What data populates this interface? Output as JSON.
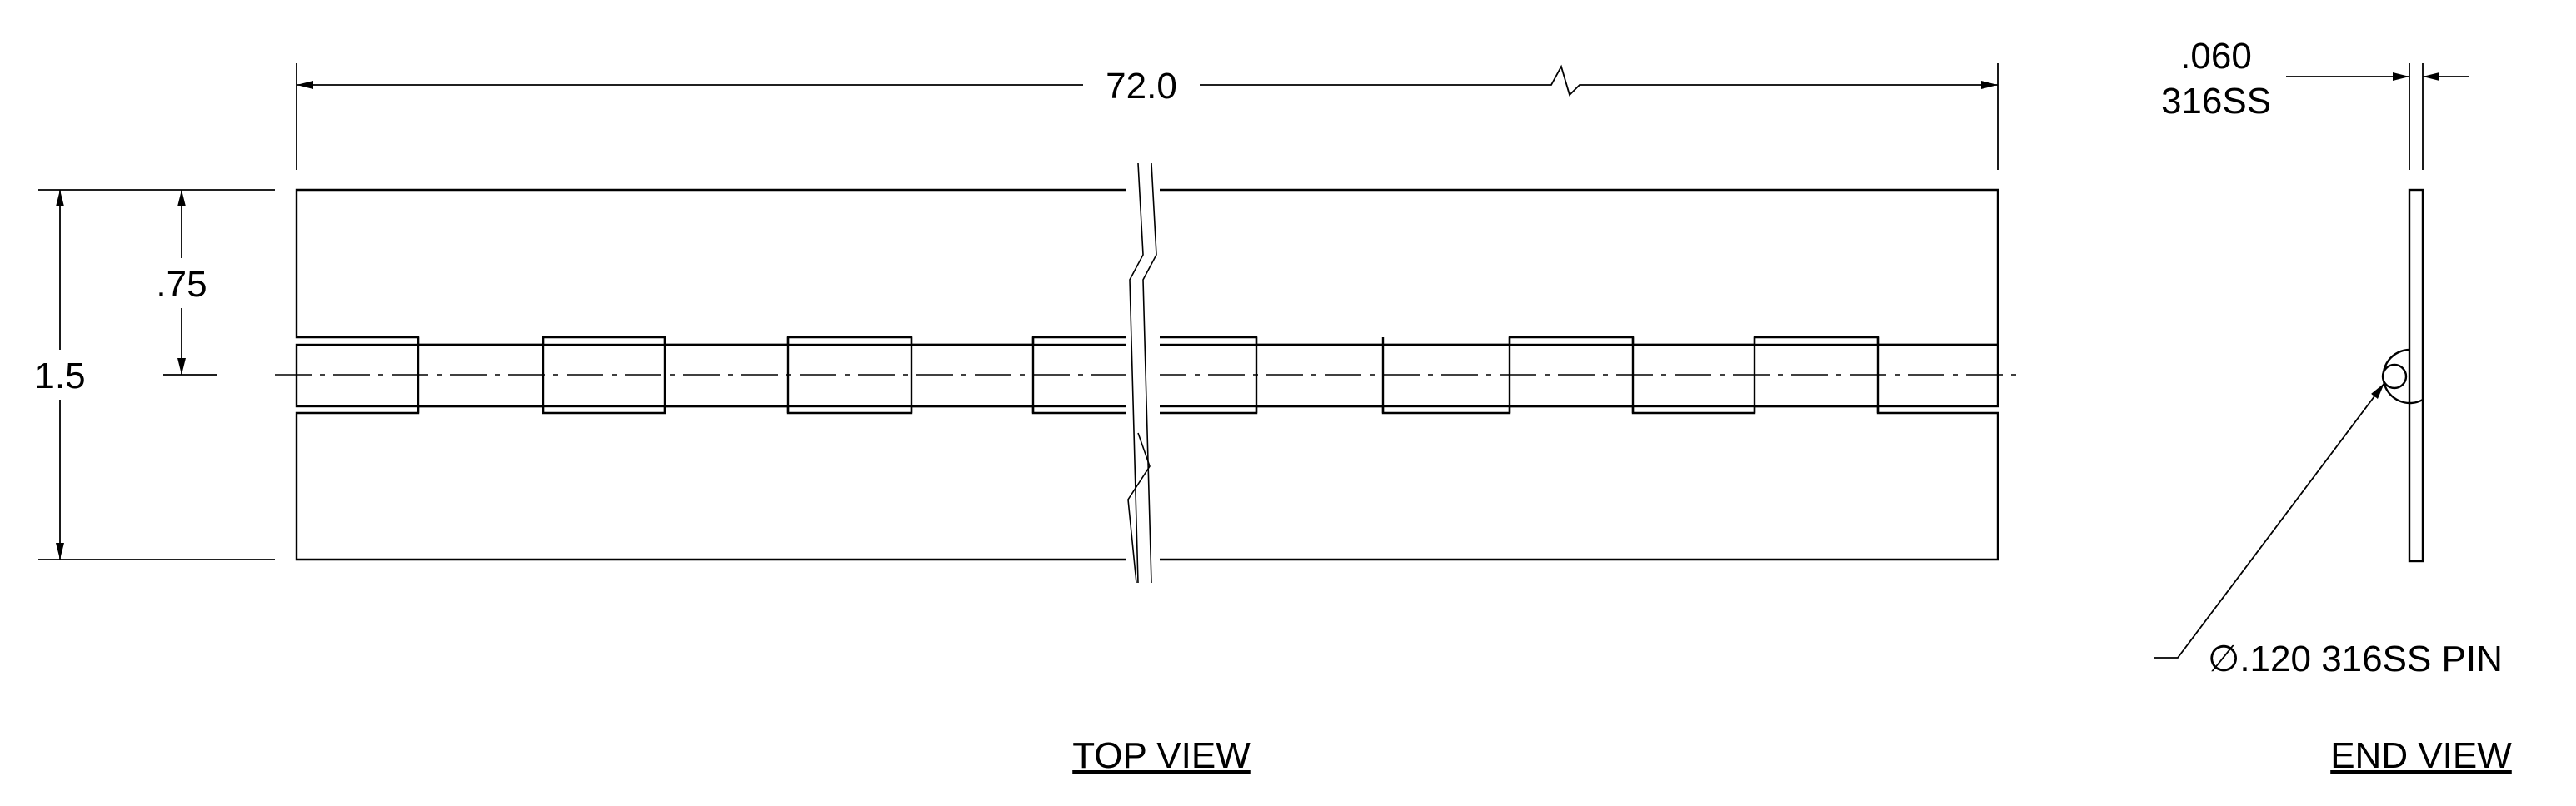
{
  "dimensions": {
    "length": "72.0",
    "width": "1.5",
    "half_width": ".75",
    "thickness_value": ".060",
    "thickness_material": "316SS"
  },
  "callouts": {
    "pin": "∅.120 316SS PIN"
  },
  "view_labels": {
    "top_view": "TOP VIEW",
    "end_view": "END VIEW"
  }
}
